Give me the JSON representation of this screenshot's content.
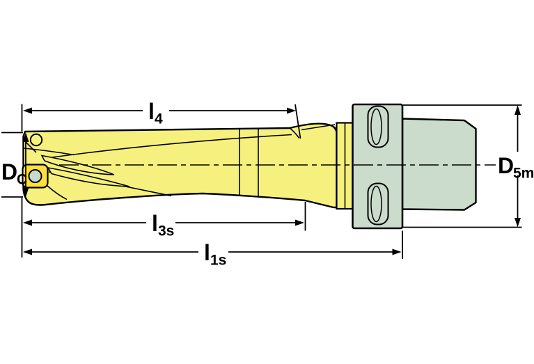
{
  "drawing": {
    "dimension_labels": {
      "l4": {
        "main": "l",
        "sub": "4"
      },
      "l3s": {
        "main": "l",
        "sub": "3s"
      },
      "l1s": {
        "main": "l",
        "sub": "1s"
      },
      "dc": {
        "main": "D",
        "sub": "C"
      },
      "d5m": {
        "main": "D",
        "sub": "5m"
      }
    },
    "colors": {
      "drill_body": "#F6F17E",
      "insert": "#FFDF3E",
      "insert_screw_hole": "#C9DACC",
      "shank": "#CBDCCC",
      "outline": "#000000",
      "background": "#FFFFFF"
    }
  }
}
